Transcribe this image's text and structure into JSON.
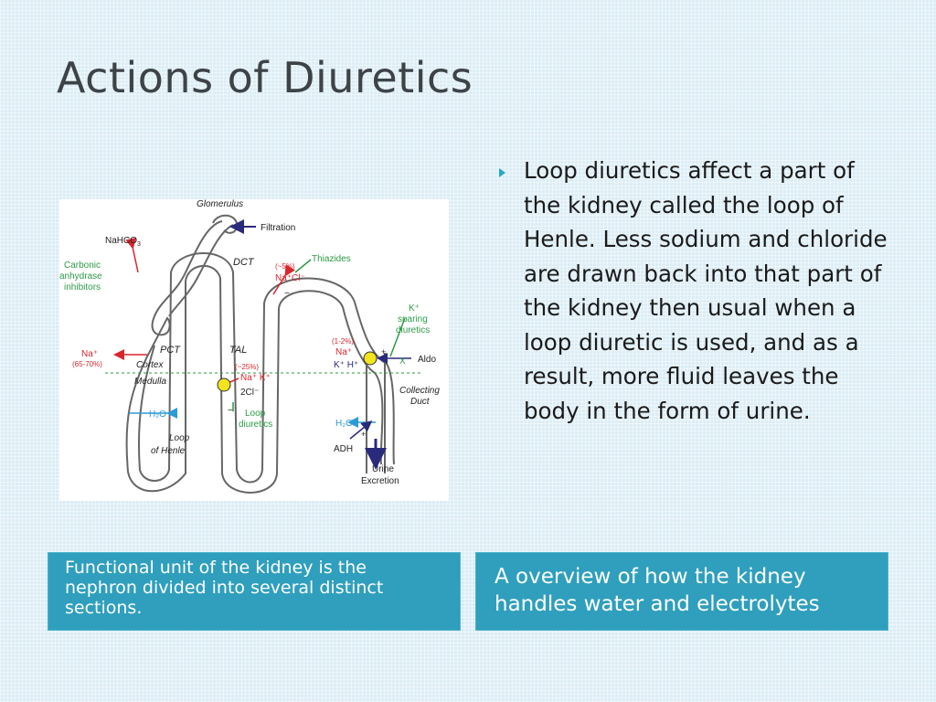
{
  "slide": {
    "title": "Actions of Diuretics",
    "bullet": "Loop diuretics affect a part of the kidney called the loop of Henle. Less sodium and chloride are drawn back into that part of the kidney then usual when a loop diuretic is used, and as a result, more fluid leaves the body in the form of urine.",
    "caption_left": "Functional unit of the kidney is the nephron divided into several distinct sections.",
    "caption_right": "A overview of how the kidney handles water and electrolytes"
  },
  "diagram": {
    "glomerulus": "Glomerulus",
    "filtration": "Filtration",
    "nahco3": "NaHCO",
    "nahco3_sub": "3",
    "carbonic_1": "Carbonic",
    "carbonic_2": "anhydrase",
    "carbonic_3": "inhibitors",
    "dct": "DCT",
    "thiazide_pct": "(~5%)",
    "thiazide_ions": "Na⁺Cl⁻",
    "thiazides": "Thiazides",
    "k_sparing_1": "K⁺",
    "k_sparing_2": "sparing",
    "k_sparing_3": "diuretics",
    "pct": "PCT",
    "tal": "TAL",
    "na_pct": "Na⁺",
    "na_pct_range": "(65-70%)",
    "cortex": "Cortex",
    "medulla": "Medulla",
    "aldo_pct": "(1-2%)",
    "aldo_na": "Na⁺",
    "aldo_kh": "K⁺ H⁺",
    "aldo_x": "X",
    "aldo": "Aldo",
    "loop_pct": "(~25%)",
    "loop_ions": "Na⁺ K⁺",
    "loop_cl": "2Cl⁻",
    "loop_diuretics_1": "Loop",
    "loop_diuretics_2": "diuretics",
    "collecting_1": "Collecting",
    "collecting_2": "Duct",
    "h2o_left": "H₂O",
    "h2o_right": "H₂O",
    "adh": "ADH",
    "loop_henle_1": "Loop",
    "loop_henle_2": "of Henle",
    "urine": "Urine",
    "excretion": "Excretion",
    "plus": "+",
    "minus": "−"
  }
}
